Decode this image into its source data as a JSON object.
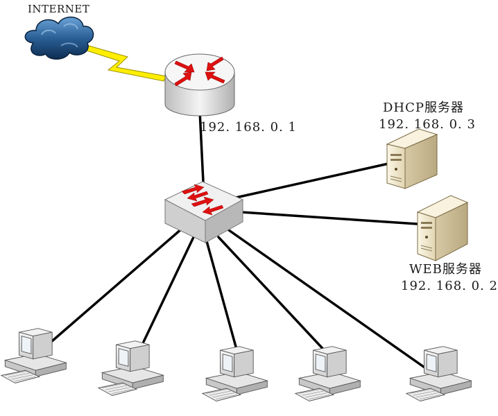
{
  "internet": {
    "label": "INTERNET",
    "icon": "cloud-icon"
  },
  "router": {
    "ip": "192. 168. 0. 1",
    "icon": "router-icon"
  },
  "switch": {
    "icon": "switch-icon"
  },
  "dhcp_server": {
    "name": "DHCP服务器",
    "ip": "192. 168. 0. 3",
    "icon": "server-icon"
  },
  "web_server": {
    "name": "WEB服务器",
    "ip": "192. 168. 0. 2",
    "icon": "server-icon"
  },
  "clients": {
    "icon": "computer-icon",
    "count": 5
  },
  "colors": {
    "link": "#000000",
    "lightning": "#ffee00",
    "arrow": "#e01010",
    "cloud": "#2a5f96",
    "router_body": "#e8e8e8",
    "server_body": "#ece2c6"
  }
}
